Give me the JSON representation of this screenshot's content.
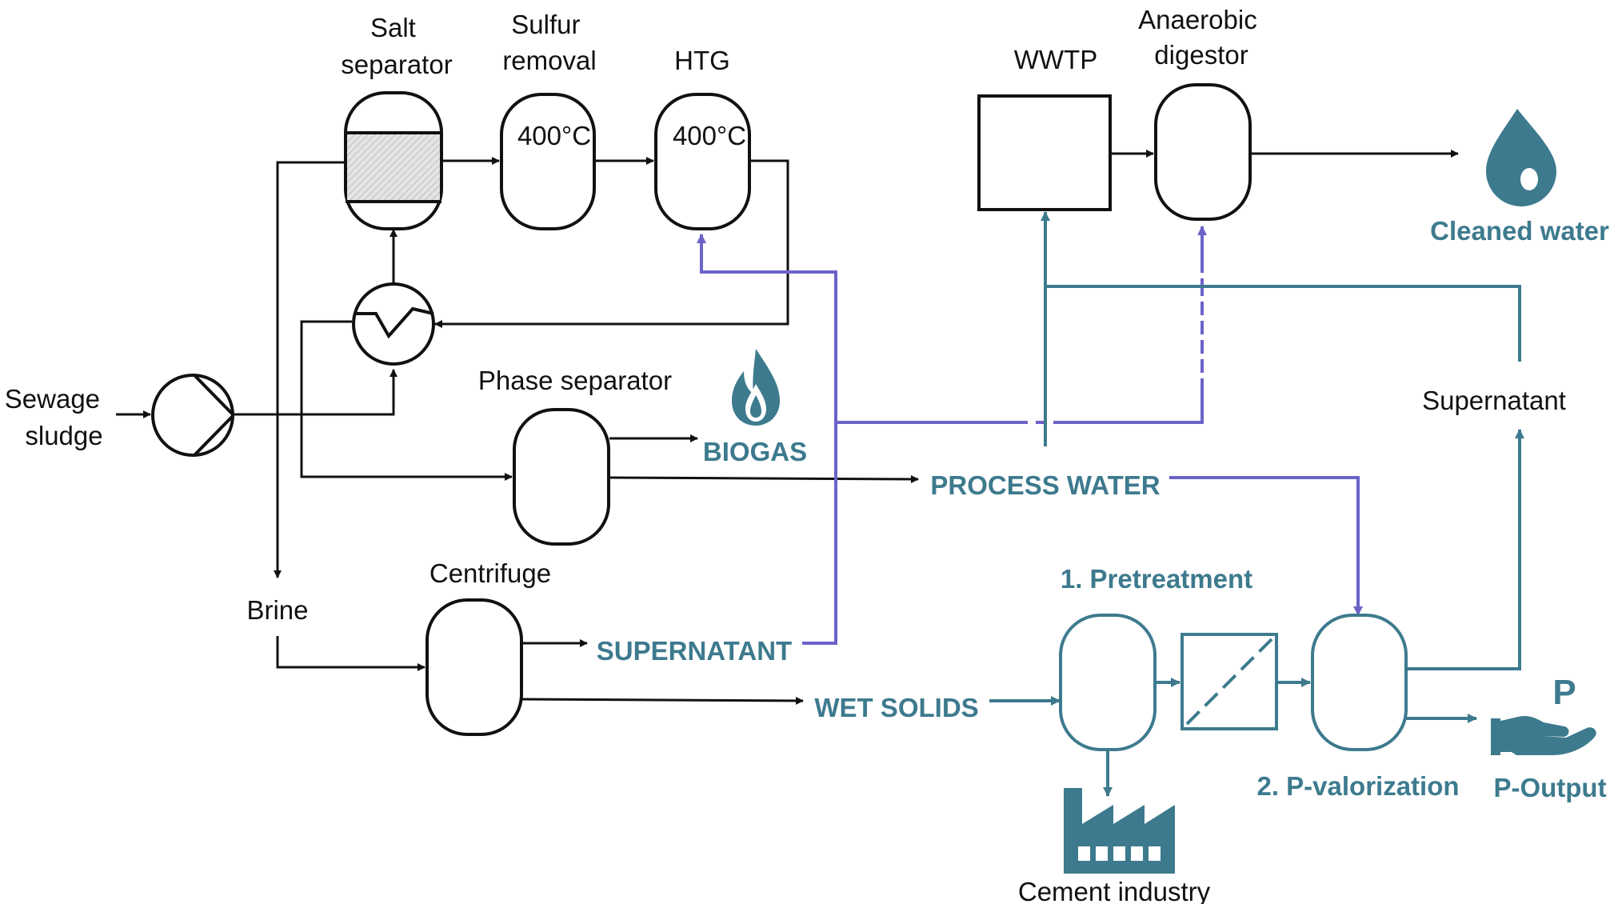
{
  "colors": {
    "black": "#111111",
    "teal": "#3d7a8e",
    "purple": "#6c63c9",
    "hatch": "#cfcfcf"
  },
  "labels": {
    "sewage_sludge": [
      "Sewage",
      "sludge"
    ],
    "salt_separator": [
      "Salt",
      "separator"
    ],
    "sulfur_removal": [
      "Sulfur",
      "removal"
    ],
    "htg": "HTG",
    "temp_sulfur": "400°C",
    "temp_htg": "400°C",
    "wwtp": "WWTP",
    "anaerobic_digestor": [
      "Anaerobic",
      "digestor"
    ],
    "cleaned_water": "Cleaned water",
    "phase_separator": "Phase separator",
    "biogas": "BIOGAS",
    "process_water": "PROCESS WATER",
    "supernatant_right": "Supernatant",
    "brine": "Brine",
    "centrifuge": "Centrifuge",
    "supernatant_caps": "SUPERNATANT",
    "wet_solids": "WET SOLIDS",
    "pretreatment": "1. Pretreatment",
    "p_valorization": "2. P-valorization",
    "p_output": "P-Output",
    "p_letter": "P",
    "cement_industry": "Cement industry"
  },
  "icons": [
    "water-drop-icon",
    "flame-icon",
    "factory-icon",
    "hand-with-p-icon",
    "pump-icon",
    "heat-exchanger-icon",
    "membrane-filter-icon"
  ]
}
